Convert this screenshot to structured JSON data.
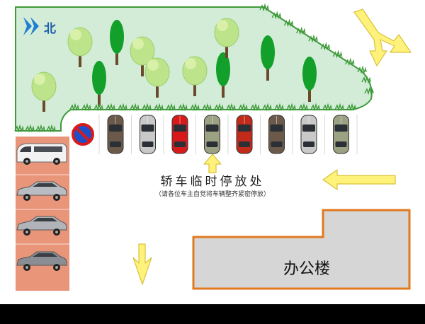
{
  "north_label": "北",
  "parking_title": "轿车临时停放处",
  "parking_subtitle": "（请各位车主自觉将车辆整齐紧密停放）",
  "building_label": "办公楼",
  "colors": {
    "lawn": "#d2ecd8",
    "lawn_edge": "#3f9a3a",
    "tree_dark": "#12a02a",
    "tree_light": "#bde48a",
    "trunk": "#6b4a2a",
    "parking_pad": "#e8957a",
    "building_fill": "#d6d6d6",
    "building_border": "#e07a1f",
    "arrow_fill": "#fff27a",
    "arrow_stroke": "#d9c23a",
    "north_arrow": "#1f7fd1",
    "ground_band": "#000000"
  },
  "icons": [
    "north-arrow-icon",
    "no-parking-sign-icon",
    "direction-arrow-icon",
    "tree-icon",
    "car-icon"
  ],
  "parked_cars_top": [
    {
      "color": "#6b5a4a"
    },
    {
      "color": "#c9c9c9"
    },
    {
      "color": "#d81a1a"
    },
    {
      "color": "#9aa283"
    },
    {
      "color": "#c22a1a"
    },
    {
      "color": "#6b5a4a"
    },
    {
      "color": "#c9c9c9"
    },
    {
      "color": "#9aa283"
    }
  ],
  "parked_cars_left": [
    {
      "kind": "van",
      "color": "#f2f2f2"
    },
    {
      "kind": "sedan",
      "color": "#b9bcc0"
    },
    {
      "kind": "sedan",
      "color": "#b0b4b8"
    },
    {
      "kind": "sedan",
      "color": "#8a8e92"
    }
  ],
  "trees": [
    {
      "type": "light"
    },
    {
      "type": "dark"
    },
    {
      "type": "light"
    },
    {
      "type": "light"
    },
    {
      "type": "dark"
    },
    {
      "type": "light"
    },
    {
      "type": "dark"
    },
    {
      "type": "dark"
    },
    {
      "type": "light"
    },
    {
      "type": "dark"
    },
    {
      "type": "light"
    }
  ]
}
